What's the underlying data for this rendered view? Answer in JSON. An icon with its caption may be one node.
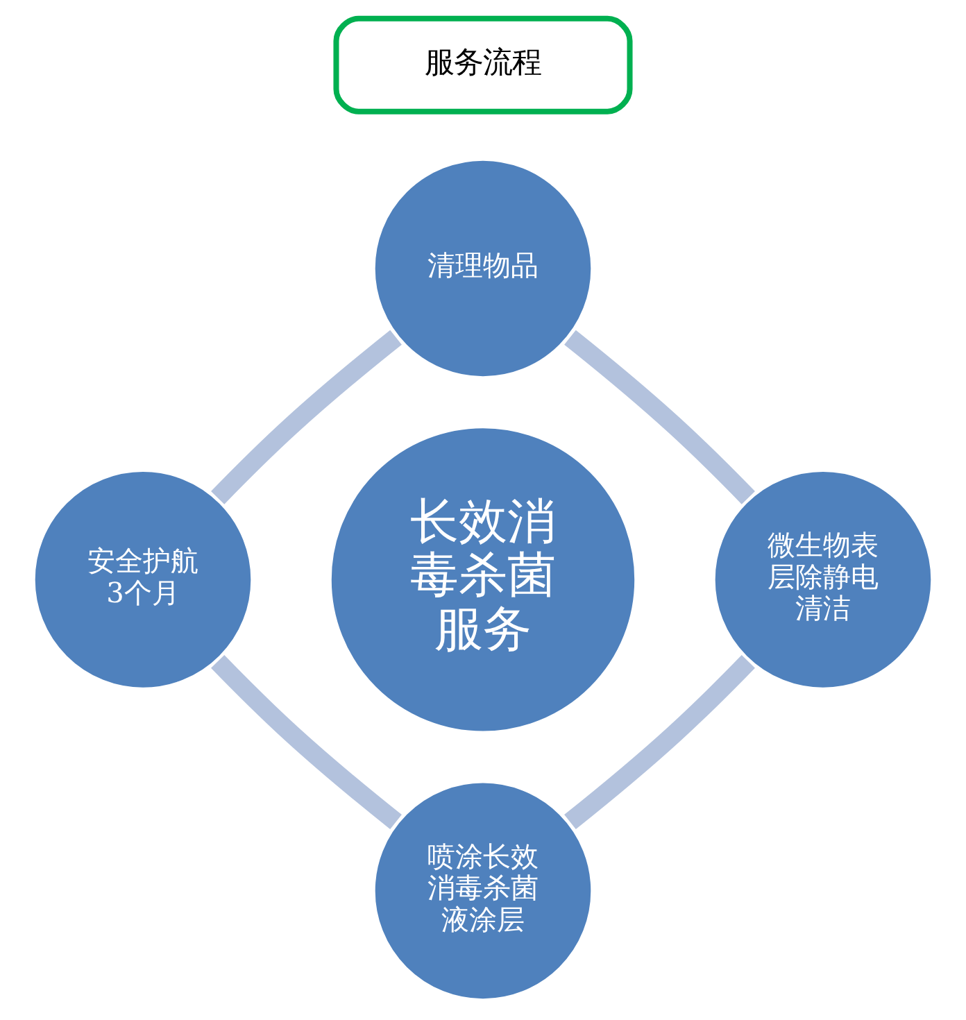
{
  "diagram": {
    "nodes": [
      {
        "text": [
          "服务流程"
        ]
      },
      {
        "text": [
          "清理物品"
        ]
      },
      {
        "text": [
          "安全护航3个月"
        ]
      },
      {
        "text": [
          "长效消毒杀菌服务"
        ]
      },
      {
        "text": [
          "微生物表层除静电清洁"
        ]
      },
      {
        "text": [
          "喷涂长效消毒杀菌液涂层"
        ]
      }
    ],
    "edges": [
      {
        "from": 1,
        "to": 4,
        "arrow": "none"
      },
      {
        "from": 4,
        "to": 5,
        "arrow": "none"
      },
      {
        "from": 5,
        "to": 2,
        "arrow": "none"
      },
      {
        "from": 2,
        "to": 1,
        "arrow": "none"
      }
    ]
  }
}
